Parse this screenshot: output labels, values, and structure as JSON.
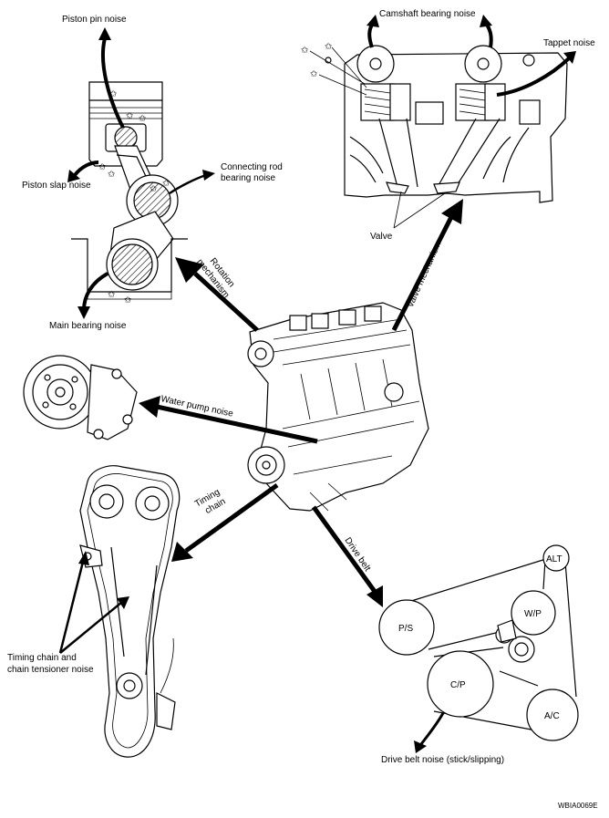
{
  "labels": {
    "piston_pin_noise": "Piston pin noise",
    "piston_slap_noise": "Piston slap noise",
    "connecting_rod_1": "Connecting rod",
    "connecting_rod_2": "bearing noise",
    "main_bearing_noise": "Main bearing noise",
    "rotation_1": "Rotation",
    "rotation_2": "mechanism",
    "camshaft_bearing_noise": "Camshaft bearing noise",
    "tappet_noise": "Tappet noise",
    "valve": "Valve",
    "valve_mechanism": "Valve mechanism",
    "water_pump_noise": "Water pump noise",
    "timing_1": "Timing",
    "timing_2": "chain",
    "timing_chain_noise_1": "Timing chain and",
    "timing_chain_noise_2": "chain tensioner noise",
    "drive_belt": "Drive belt",
    "drive_belt_noise": "Drive belt noise (stick/slipping)",
    "figure_code": "WBIA0069E"
  },
  "pulleys": {
    "alt": "ALT",
    "wp": "W/P",
    "ps": "P/S",
    "cp": "C/P",
    "ac": "A/C"
  }
}
